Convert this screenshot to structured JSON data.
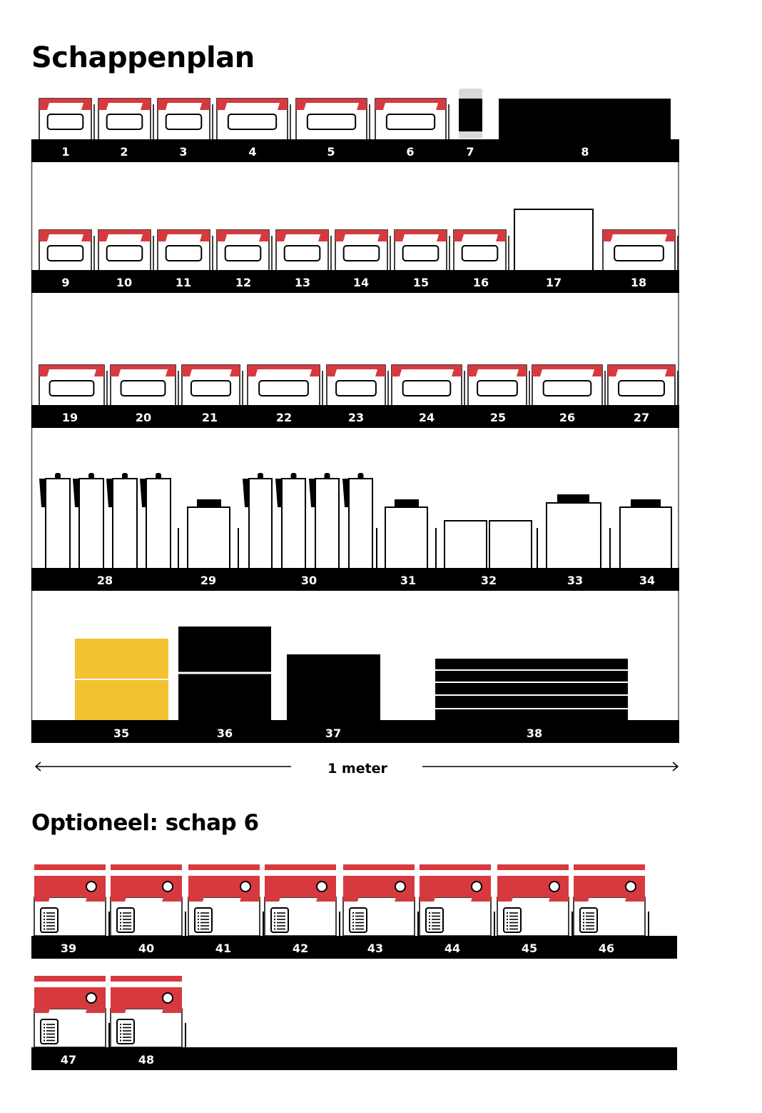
{
  "title": "Schappenplan",
  "scale_label": "1 meter",
  "optional_title": "Optioneel: schap 6",
  "colors": {
    "red": "#d63a3f",
    "yellow": "#f2c230",
    "black": "#000000",
    "grey": "#d9d9d9"
  },
  "shelves": [
    {
      "labels": [
        "1",
        "2",
        "3",
        "4",
        "5",
        "6",
        "7",
        "8"
      ]
    },
    {
      "labels": [
        "9",
        "10",
        "11",
        "12",
        "13",
        "14",
        "15",
        "16",
        "17",
        "18"
      ]
    },
    {
      "labels": [
        "19",
        "20",
        "21",
        "22",
        "23",
        "24",
        "25",
        "26",
        "27"
      ]
    },
    {
      "labels": [
        "28",
        "29",
        "30",
        "31",
        "32",
        "33",
        "34"
      ]
    },
    {
      "labels": [
        "35",
        "36",
        "37",
        "38"
      ]
    }
  ],
  "optional_shelves": [
    {
      "labels": [
        "39",
        "40",
        "41",
        "42",
        "43",
        "44",
        "45",
        "46"
      ]
    },
    {
      "labels": [
        "47",
        "48"
      ]
    }
  ]
}
